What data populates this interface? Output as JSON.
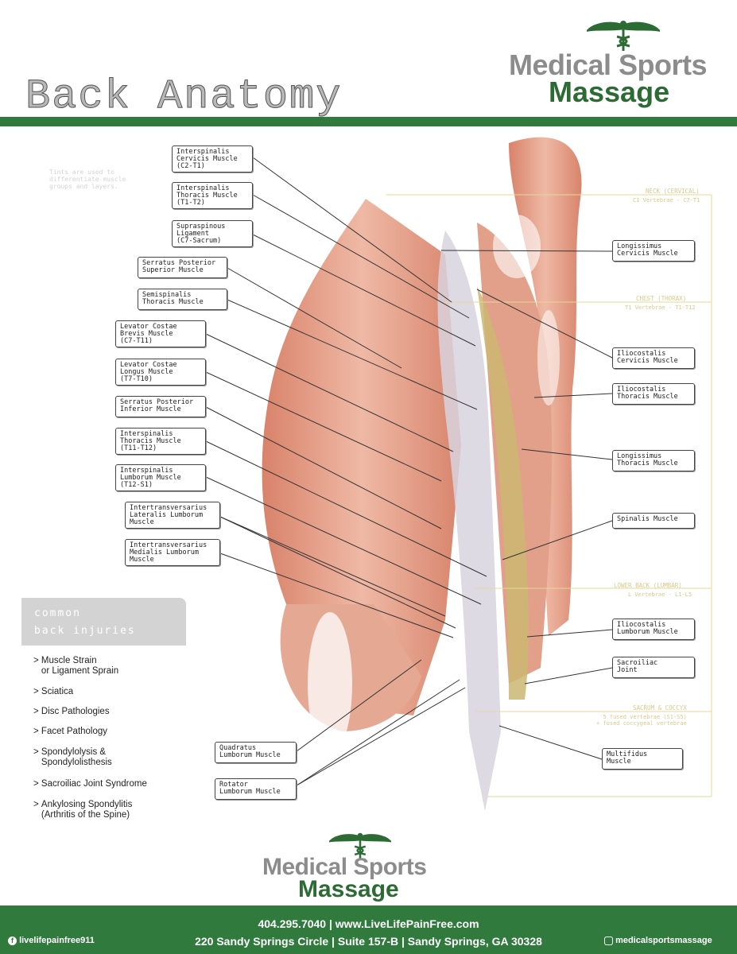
{
  "header": {
    "title": "Back Anatomy",
    "logo_word1": "Medical Sports",
    "logo_word2": "Massage"
  },
  "faint_notes": {
    "intro": "Tints are used to\ndifferentiate muscle\ngroups and layers.",
    "neck": "NECK (CERVICAL)",
    "neck_sub": "C1 Vertebrae - C7-T1",
    "chest": "CHEST (THORAX)",
    "chest_sub": "T1 Vertebrae - T1-T12",
    "lower": "LOWER BACK (LUMBAR)",
    "lower_sub": "L Vertebrae - L1-L5",
    "sacrum": "SACRUM & COCCYX",
    "sacrum_sub": "5 fused vertebrae (S1-S5)\n+ fused coccygeal vertebrae"
  },
  "labels_left": [
    {
      "text": "Interspinalis\nCervicis Muscle\n(C2-T1)"
    },
    {
      "text": "Interspinalis\nThoracis Muscle\n(T1-T2)"
    },
    {
      "text": "Supraspinous\nLigament\n(C7-Sacrum)"
    },
    {
      "text": "Serratus Posterior\nSuperior Muscle"
    },
    {
      "text": "Semispinalis\nThoracis Muscle"
    },
    {
      "text": "Levator Costae\nBrevis Muscle\n(C7-T11)"
    },
    {
      "text": "Levator Costae\nLongus Muscle\n(T7-T10)"
    },
    {
      "text": "Serratus Posterior\nInferior Muscle"
    },
    {
      "text": "Interspinalis\nThoracis Muscle\n(T11-T12)"
    },
    {
      "text": "Interspinalis\nLumborum Muscle\n(T12-S1)"
    },
    {
      "text": "Intertransversarius\nLateralis Lumborum\nMuscle"
    },
    {
      "text": "Intertransversarius\nMedialis Lumborum\nMuscle"
    },
    {
      "text": "Quadratus\nLumborum Muscle"
    },
    {
      "text": "Rotator\nLumborum Muscle"
    }
  ],
  "labels_right": [
    {
      "text": "Longissimus\nCervicis Muscle"
    },
    {
      "text": "Iliocostalis\nCervicis Muscle"
    },
    {
      "text": "Iliocostalis\nThoracis Muscle"
    },
    {
      "text": "Longissimus\nThoracis Muscle"
    },
    {
      "text": "Spinalis Muscle"
    },
    {
      "text": "Iliocostalis\nLumborum Muscle"
    },
    {
      "text": "Sacroiliac\nJoint"
    },
    {
      "text": "Multifidus\nMuscle"
    }
  ],
  "injuries": {
    "heading1": "common",
    "heading2": "back injuries",
    "items": [
      "Muscle Strain\nor Ligament Sprain",
      "Sciatica",
      "Disc Pathologies",
      "Facet Pathology",
      "Spondylolysis &\nSpondylolisthesis",
      "Sacroiliac Joint Syndrome",
      "Ankylosing Spondylitis\n(Arthritis of the Spine)"
    ]
  },
  "bottom_logo": {
    "word1": "Medical Sports",
    "word2": "Massage"
  },
  "footer": {
    "line1": "404.295.7040 | www.LiveLifePainFree.com",
    "line2": "220 Sandy Springs Circle | Suite 157-B | Sandy Springs, GA 30328",
    "facebook": "livelifepainfree911",
    "instagram": "medicalsportsmassage"
  },
  "colors": {
    "brand_green": "#2f7a3c",
    "muscle": "#e3a38c",
    "tendon": "#c9b46a"
  }
}
